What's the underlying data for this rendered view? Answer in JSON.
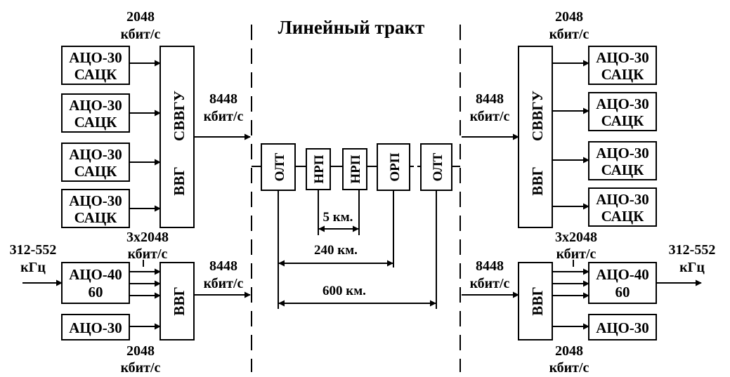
{
  "title": "Линейный тракт",
  "rates": {
    "r2048": "2048",
    "r8448": "8448",
    "unit": "кбит/с",
    "r3x2048": "3x2048",
    "analog": "312-552",
    "analog_unit": "кГц"
  },
  "left": {
    "aco30": "АЦО-30",
    "sack": "САЦК",
    "vvg_top": "ВВГ",
    "svvgu": "СВВГУ",
    "aco40": "АЦО-40",
    "aco40_sub": "60",
    "vvg_bottom": "ВВГ",
    "aco30_single": "АЦО-30"
  },
  "right": {
    "aco30": "АЦО-30",
    "sack": "САЦК",
    "vvg_top": "ВВГ",
    "svvgu": "СВВГУ",
    "aco40": "АЦО-40",
    "aco40_sub": "60",
    "vvg_bottom": "ВВГ",
    "aco30_single": "АЦО-30"
  },
  "line": {
    "olt": "ОЛТ",
    "nrp": "НРП",
    "orp": "ОРП",
    "dist_5": "5 км.",
    "dist_240": "240 км.",
    "dist_600": "600 км."
  }
}
